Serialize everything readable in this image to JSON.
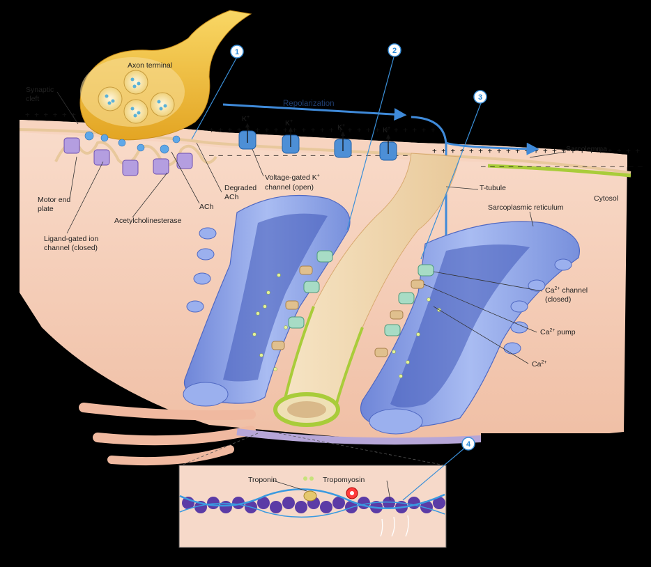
{
  "labels": {
    "axon_terminal": "Axon terminal",
    "synaptic_cleft": [
      "Synaptic",
      "cleft"
    ],
    "repolarization": "Repolarization",
    "k_ion": "K",
    "k_charge": "+",
    "sarcolemma": "Sarcolemma",
    "cytosol": "Cytosol",
    "t_tubule": "T-tubule",
    "sarcoplasmic_reticulum": "Sarcoplasmic reticulum",
    "voltage_gated_k": [
      "Voltage-gated K",
      "channel (open)"
    ],
    "degraded_ach": [
      "Degraded",
      "ACh"
    ],
    "ach": "ACh",
    "acetylcholinesterase": "Acetylcholinesterase",
    "motor_end_plate": [
      "Motor end",
      "plate"
    ],
    "ligand_gated": [
      "Ligand-gated ion",
      "channel (closed)"
    ],
    "ca_channel": [
      "Ca",
      "2+",
      " channel",
      "(closed)"
    ],
    "ca_pump": [
      "Ca",
      "2+",
      " pump"
    ],
    "ca_ion": [
      "Ca",
      "2+"
    ],
    "troponin": "Troponin",
    "tropomyosin": "Tropomyosin"
  },
  "steps": [
    "1",
    "2",
    "3",
    "4"
  ],
  "colors": {
    "background": "#000000",
    "cytoplasm": "#f3c7ad",
    "sr_blue": "#8fa6e6",
    "axon": "#f2c23c",
    "arrow_blue": "#3f8ad9",
    "ttubule_green": "#a9cc3a",
    "thin_filament": "#5b3ba6"
  }
}
